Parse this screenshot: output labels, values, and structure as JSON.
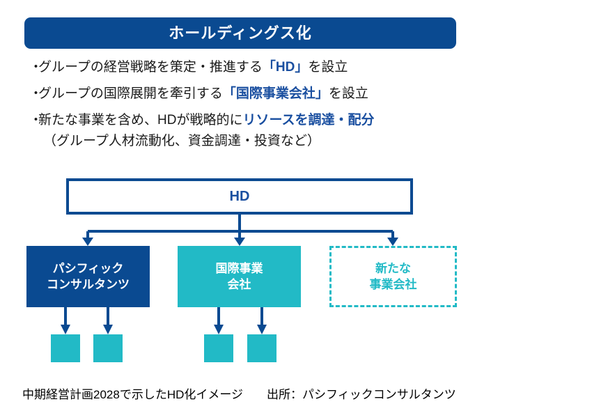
{
  "header": {
    "title": "ホールディングス化",
    "bg_color": "#0A4A91",
    "text_color": "#FFFFFF"
  },
  "bullets": [
    {
      "marker": "・",
      "segments": [
        {
          "text": "グループの経営戦略を策定・推進する",
          "emphasis": false
        },
        {
          "text": "「HD」",
          "emphasis": true
        },
        {
          "text": "を設立",
          "emphasis": false
        }
      ]
    },
    {
      "marker": "・",
      "segments": [
        {
          "text": "グループの国際展開を牽引する",
          "emphasis": false
        },
        {
          "text": "「国際事業会社」",
          "emphasis": true
        },
        {
          "text": "を設立",
          "emphasis": false
        }
      ]
    },
    {
      "marker": "・",
      "segments": [
        {
          "text": "新たな事業を含め、HDが戦略的に",
          "emphasis": false
        },
        {
          "text": "リソースを調達・配分",
          "emphasis": true
        }
      ],
      "continuation": "（グループ人材流動化、資金調達・投資など）"
    }
  ],
  "emphasis_color": "#1A4FA0",
  "org_chart": {
    "root": {
      "label": "HD",
      "fill": "#FFFFFF",
      "border": "#0A4A91",
      "text_color": "#1A4FA0"
    },
    "children": [
      {
        "name": "pacific-consultants",
        "line1": "パシフィック",
        "line2": "コンサルタンツ",
        "fill": "#0A4A91",
        "text_color": "#FFFFFF",
        "border_style": "solid",
        "leaf_count": 2
      },
      {
        "name": "international-business",
        "line1": "国際事業",
        "line2": "会社",
        "fill": "#22BAC6",
        "text_color": "#FFFFFF",
        "border_style": "solid",
        "leaf_count": 2
      },
      {
        "name": "new-business",
        "line1": "新たな",
        "line2": "事業会社",
        "fill": "#FFFFFF",
        "text_color": "#22BAC6",
        "border_style": "dashed",
        "border_color": "#22BAC6",
        "leaf_count": 0
      }
    ],
    "leaf_fill": "#22BAC6",
    "connector_color": "#0A4A91"
  },
  "caption": {
    "main": "中期経営計画2028で示したHD化イメージ",
    "source": "出所：パシフィックコンサルタンツ"
  }
}
